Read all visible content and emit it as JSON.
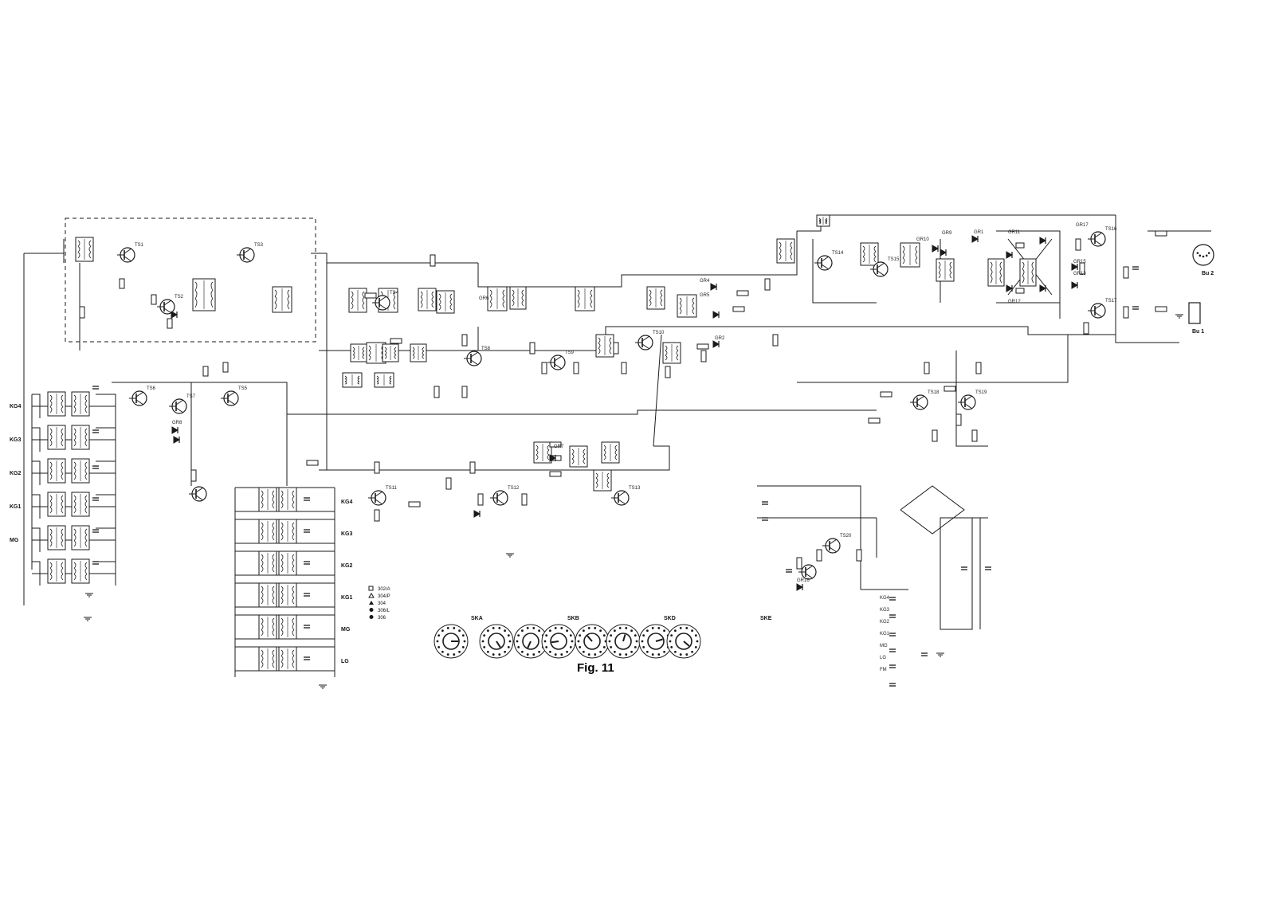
{
  "figure": {
    "caption": "Fig. 11"
  },
  "band_blocks_left": [
    "KG4",
    "KG3",
    "KG2",
    "KG1",
    "MG",
    ""
  ],
  "band_blocks_center": [
    "KG4",
    "KG3",
    "KG2",
    "KG1",
    "MG",
    "LG"
  ],
  "band_blocks_power": [
    "KG4",
    "KG3",
    "KG2",
    "KG1",
    "MG",
    "LG",
    "FM"
  ],
  "transistors": [
    "TS1",
    "TS2",
    "TS3",
    "TS4",
    "TS5",
    "TS6",
    "TS7",
    "TS8",
    "TS9",
    "TS10",
    "TS11",
    "TS12",
    "TS13",
    "TS14",
    "TS15",
    "TS16",
    "TS17",
    "TS18",
    "TS19",
    "TS20"
  ],
  "diodes": [
    "GR1",
    "GR2",
    "GR4",
    "GR5",
    "GR6",
    "GR7",
    "GR8",
    "GR9",
    "GR10",
    "GR11",
    "GR12",
    "GR13",
    "GR15",
    "GR16",
    "GR17"
  ],
  "connectors": [
    "Bu 1",
    "Bu 2"
  ],
  "switch_wafers": [
    "SKA",
    "SKB",
    "SKD",
    "SKE"
  ],
  "legend": [
    "302/A",
    "304/P",
    "304",
    "306/L",
    "306"
  ],
  "legend_symbols": [
    "square",
    "triangle",
    "filled-triangle",
    "filled-circle",
    "filled-circle"
  ],
  "colors": {
    "ink": "#1a1a1a",
    "paper": "#ffffff"
  }
}
